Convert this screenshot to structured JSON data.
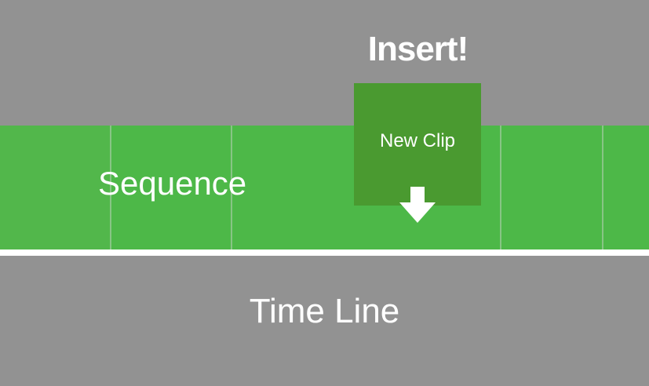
{
  "title": "Insert!",
  "sequence_label": "Sequence",
  "new_clip_label": "New Clip",
  "timeline_label": "Time Line",
  "colors": {
    "background": "#929292",
    "sequence_green": "#4db848",
    "new_clip_green": "#4a9a30",
    "text": "#ffffff"
  },
  "icons": [
    "arrow-down-icon"
  ]
}
